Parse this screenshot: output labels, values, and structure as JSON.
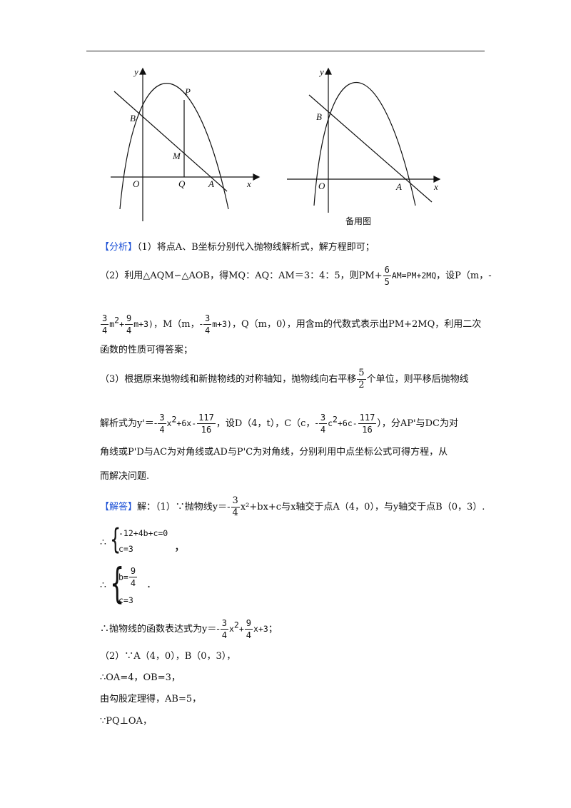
{
  "figure_left": {
    "labels": {
      "y": "y",
      "x": "x",
      "O": "O",
      "B": "B",
      "P": "P",
      "M": "M",
      "Q": "Q",
      "A": "A"
    }
  },
  "figure_right": {
    "labels": {
      "y": "y",
      "x": "x",
      "O": "O",
      "B": "B",
      "A": "A"
    },
    "caption": "备用图"
  },
  "analysis": {
    "tag": "【分析】",
    "p1": "（1）将点A、B坐标分别代入抛物线解析式，解方程即可；",
    "p2_a": "（2）利用△AQM∽△AOB，得MQ：AQ：AM＝3：4：5，则PM+",
    "p2_frac_n": "6",
    "p2_frac_d": "5",
    "p2_b": "AM=PM+2MQ",
    "p2_c": "，设P（m，-",
    "p3_frac1_n": "3",
    "p3_frac1_d": "4",
    "p3_a": "m",
    "p3_sup": "2",
    "p3_b": "+",
    "p3_frac2_n": "9",
    "p3_frac2_d": "4",
    "p3_c": "m+3)",
    "p3_d": "，M（m，-",
    "p3_frac3_n": "3",
    "p3_frac3_d": "4",
    "p3_e": "m+3)",
    "p3_f": "，Q（m，0），用含m的代数式表示出PM+2MQ，利用二次",
    "p4": "函数的性质可得答案；",
    "p5_a": "（3）根据原来抛物线和新抛物线的对称轴知，抛物线向右平移",
    "p5_frac_n": "5",
    "p5_frac_d": "2",
    "p5_b": "个单位，则平移后抛物线",
    "p6_a": "解析式为y'＝-",
    "p6_frac1_n": "3",
    "p6_frac1_d": "4",
    "p6_b": "x",
    "p6_sup1": "2",
    "p6_c": "+6x-",
    "p6_frac2_n": "117",
    "p6_frac2_d": "16",
    "p6_d": "，设D（4，t），C（c，-",
    "p6_frac3_n": "3",
    "p6_frac3_d": "4",
    "p6_e": "c",
    "p6_sup2": "2",
    "p6_f": "+6c-",
    "p6_frac4_n": "117",
    "p6_frac4_d": "16",
    "p6_g": "），分AP'与DC为对",
    "p7": "角线或P'D与AC为对角线或AD与P'C为对角线，分别利用中点坐标公式可得方程，从",
    "p8": "而解决问题."
  },
  "solution": {
    "tag": "【解答】",
    "s1_a": "解：（1）∵抛物线y＝-",
    "s1_frac_n": "3",
    "s1_frac_d": "4",
    "s1_b": "x²+bx+c与x轴交于点A（4，0），与y轴交于点B（0，3）.",
    "therefore": "∴",
    "sys1_row1": "-12+4b+c=0",
    "sys1_row2": "c=3",
    "sys1_tail": "，",
    "sys2_row1_a": "b=",
    "sys2_frac_n": "9",
    "sys2_frac_d": "4",
    "sys2_row2": "c=3",
    "sys2_tail": ".",
    "s2_a": "∴抛物线的函数表达式为y＝-",
    "s2_frac1_n": "3",
    "s2_frac1_d": "4",
    "s2_b": "x",
    "s2_sup": "2",
    "s2_c": "+",
    "s2_frac2_n": "9",
    "s2_frac2_d": "4",
    "s2_d": "x+3",
    "s2_e": "；",
    "s3": "（2）∵A（4，0），B（0，3），",
    "s4": "∴OA=4，OB=3，",
    "s5": "由勾股定理得，AB=5，",
    "s6": "∵PQ⊥OA，"
  }
}
